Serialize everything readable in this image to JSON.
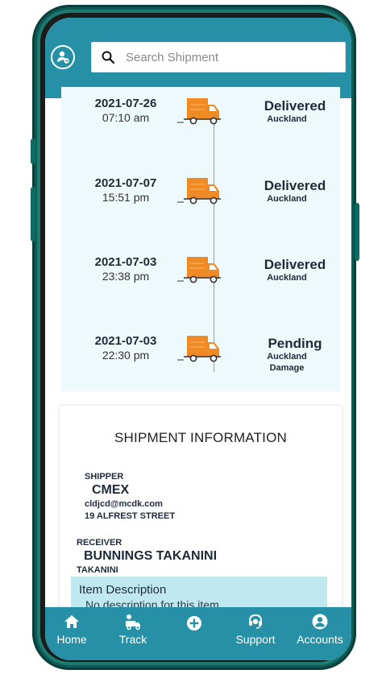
{
  "header": {
    "search_placeholder": "Search Shipment",
    "bg_color": "#2590a6"
  },
  "timeline": [
    {
      "date": "2021-07-26",
      "time": "07:10 am",
      "status": "Delivered",
      "location": "Auckland",
      "note": ""
    },
    {
      "date": "2021-07-07",
      "time": "15:51 pm",
      "status": "Delivered",
      "location": "Auckland",
      "note": ""
    },
    {
      "date": "2021-07-03",
      "time": "23:38 pm",
      "status": "Delivered",
      "location": "Auckland",
      "note": ""
    },
    {
      "date": "2021-07-03",
      "time": "22:30 pm",
      "status": "Pending",
      "location": "Auckland",
      "note": "Damage"
    }
  ],
  "shipment_info": {
    "title": "SHIPMENT INFORMATION",
    "shipper_label": "SHIPPER",
    "shipper_name": "CMEX",
    "shipper_email": "cldjcd@mcdk.com",
    "shipper_address": "19 ALFREST STREET",
    "receiver_label": "RECEIVER",
    "receiver_name": "BUNNINGS TAKANINI",
    "receiver_area": "TAKANINI",
    "item_description_label": "Item Description",
    "item_description_value": "No description for this item"
  },
  "bottom_nav": {
    "home": "Home",
    "track": "Track",
    "support": "Support",
    "accounts": "Accounts"
  },
  "icons": {
    "avatar": "user-switch-icon",
    "search": "search-icon",
    "truck": "delivery-truck-icon",
    "home": "home-icon",
    "track": "track-truck-icon",
    "add": "plus-circle-icon",
    "support": "headset-icon",
    "accounts": "user-circle-icon"
  }
}
